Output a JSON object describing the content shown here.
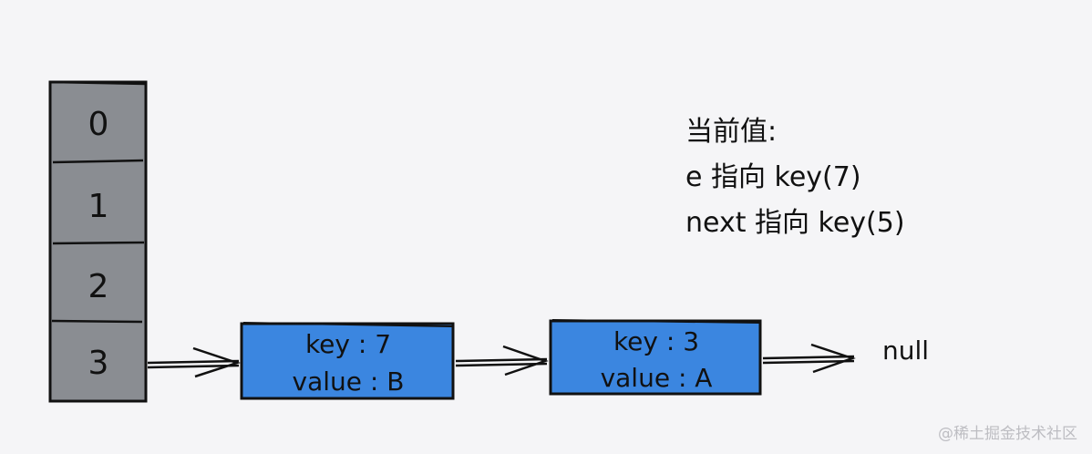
{
  "bucket_array": {
    "indices": [
      "0",
      "1",
      "2",
      "3"
    ],
    "fill_color": "#8a8d92"
  },
  "nodes": [
    {
      "key_line": "key : 7",
      "value_line": "value : B"
    },
    {
      "key_line": "key : 3",
      "value_line": "value : A"
    }
  ],
  "null_label": "null",
  "node_color": "#3b86e0",
  "note": {
    "line1": "当前值:",
    "line2": "e 指向 key(7)",
    "line3": "next 指向 key(5)"
  },
  "watermark": "@稀土掘金技术社区"
}
